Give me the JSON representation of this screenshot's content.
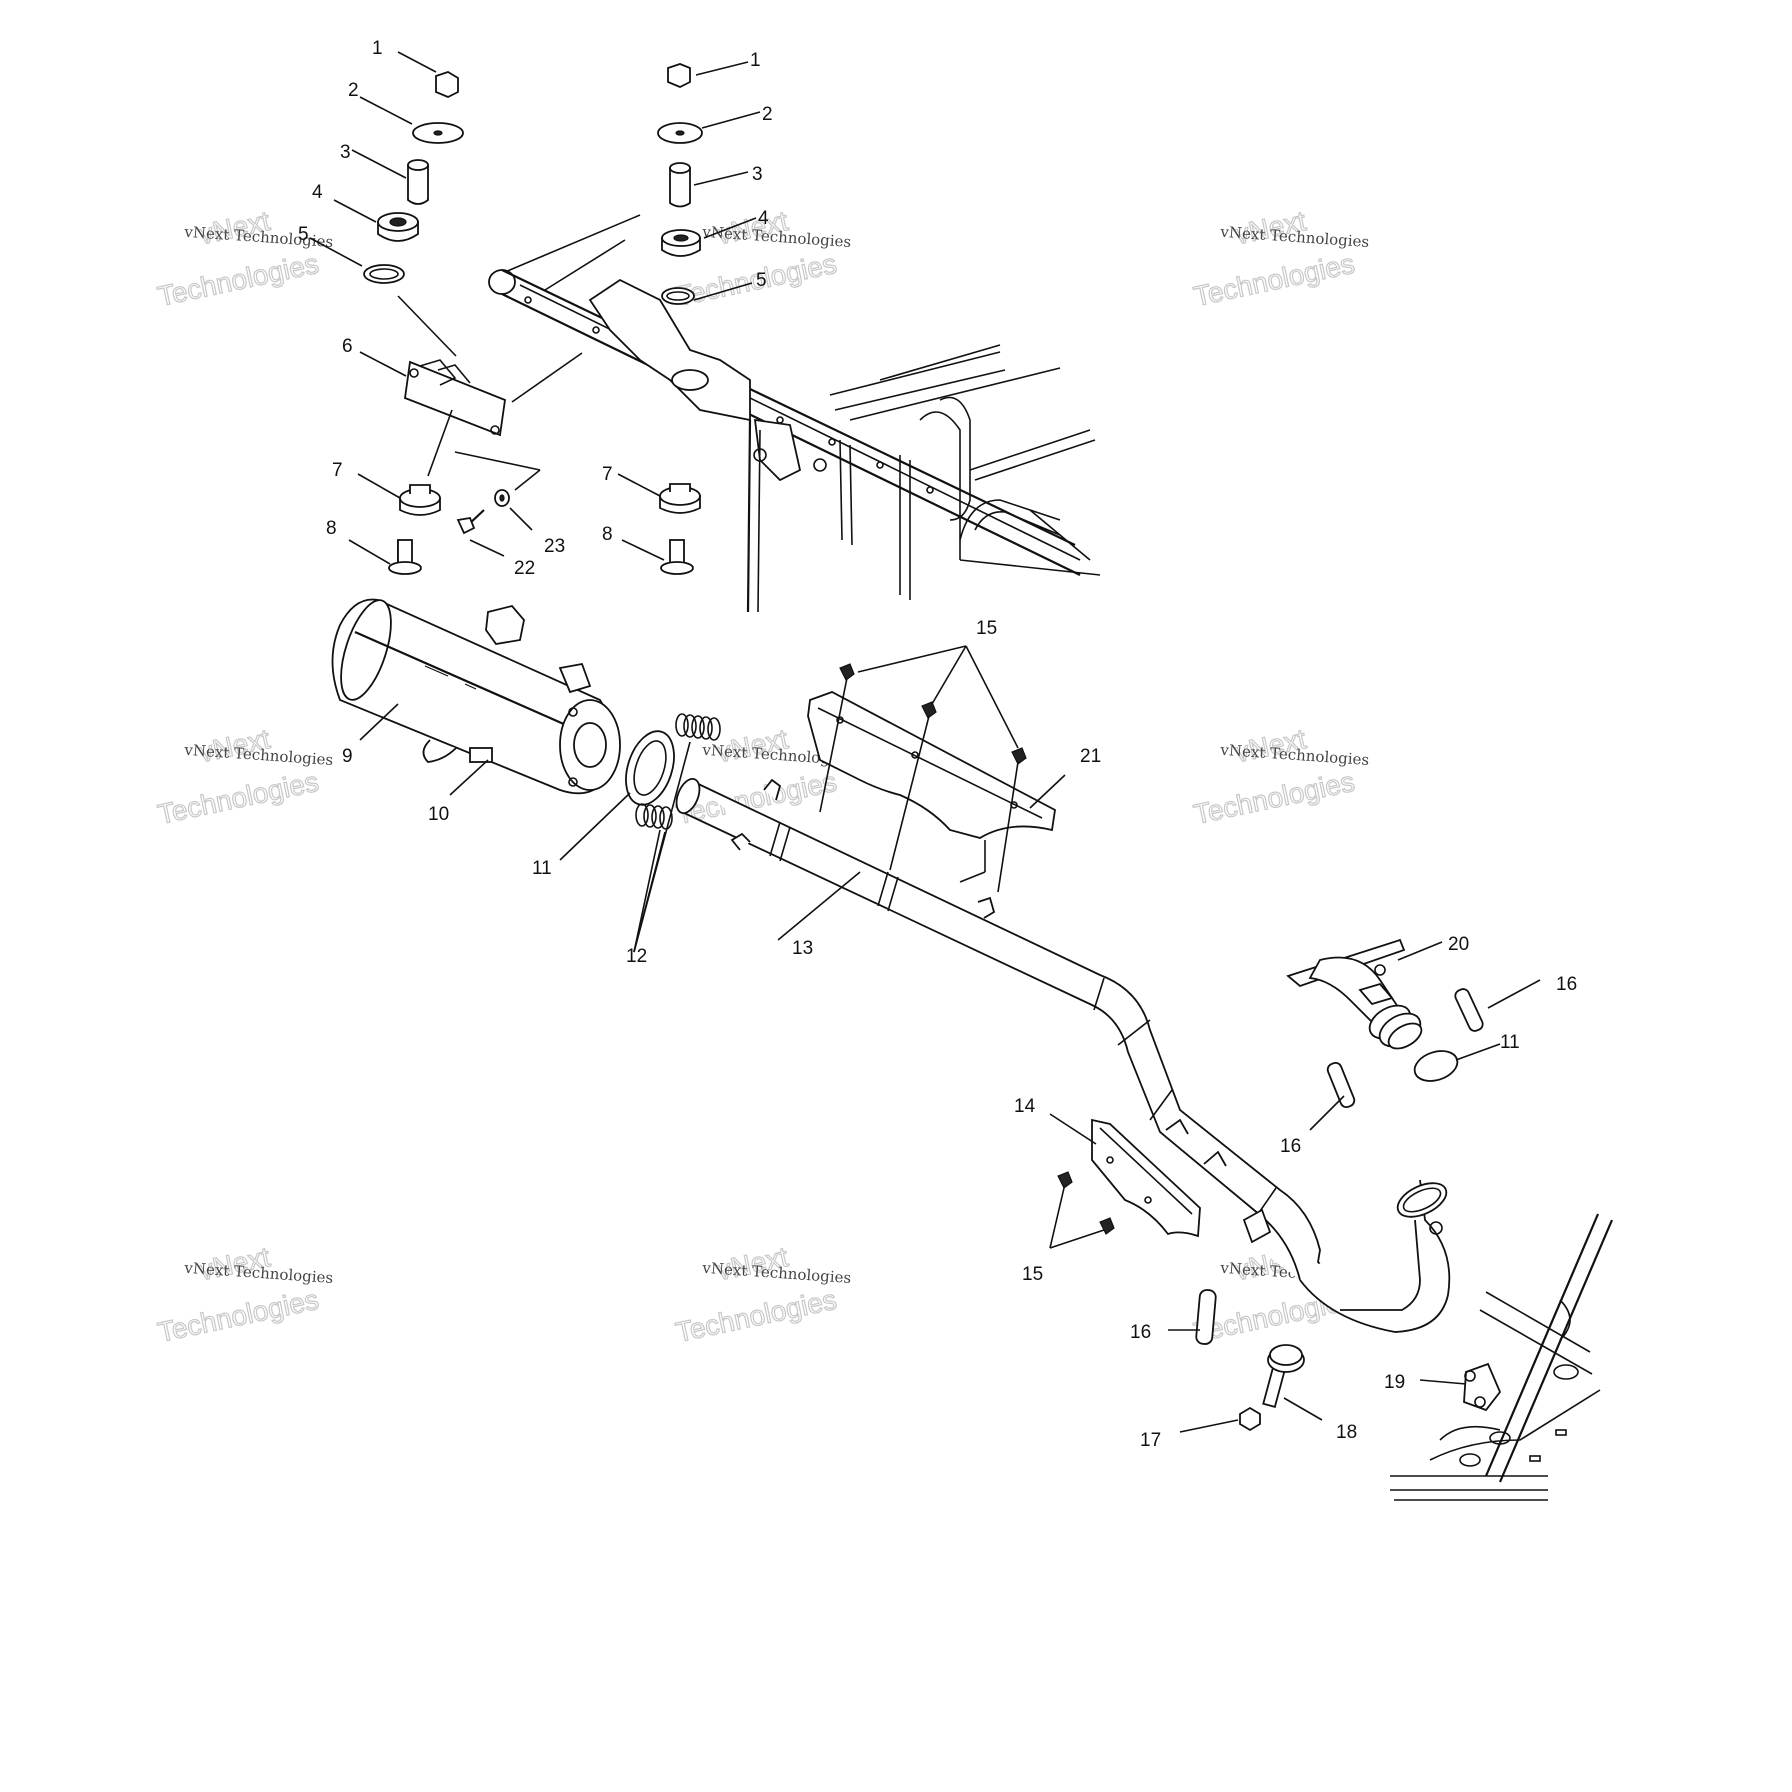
{
  "watermark": {
    "line1": "vNext Technologies",
    "line2": "vNext",
    "line3": "Technologies"
  },
  "callouts": {
    "c1a": "1",
    "c1b": "1",
    "c2a": "2",
    "c2b": "2",
    "c3a": "3",
    "c3b": "3",
    "c4a": "4",
    "c4b": "4",
    "c5a": "5",
    "c5b": "5",
    "c6": "6",
    "c7a": "7",
    "c7b": "7",
    "c8a": "8",
    "c8b": "8",
    "c9": "9",
    "c10": "10",
    "c11a": "11",
    "c11b": "11",
    "c12": "12",
    "c13": "13",
    "c14": "14",
    "c15a": "15",
    "c15b": "15",
    "c16a": "16",
    "c16b": "16",
    "c16c": "16",
    "c17": "17",
    "c18": "18",
    "c19": "19",
    "c20": "20",
    "c21": "21",
    "c22": "22",
    "c23": "23"
  }
}
